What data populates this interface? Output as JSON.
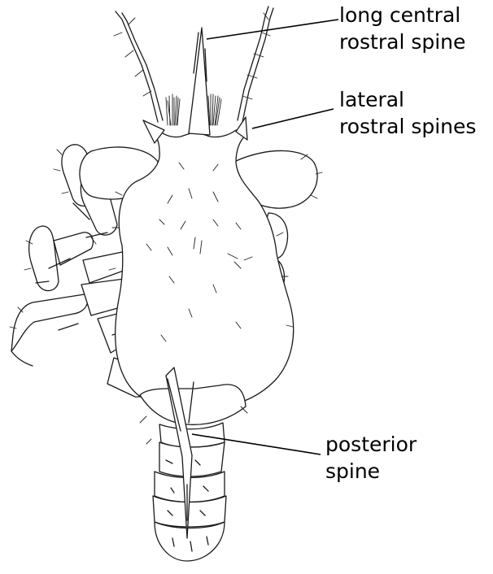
{
  "figure": {
    "labels": {
      "long_central_rostral_spine": [
        "long central",
        "rostral spine"
      ],
      "lateral_rostral_spines": [
        "lateral",
        "rostral spines"
      ],
      "posterior_spine": [
        "posterior",
        "spine"
      ]
    }
  }
}
